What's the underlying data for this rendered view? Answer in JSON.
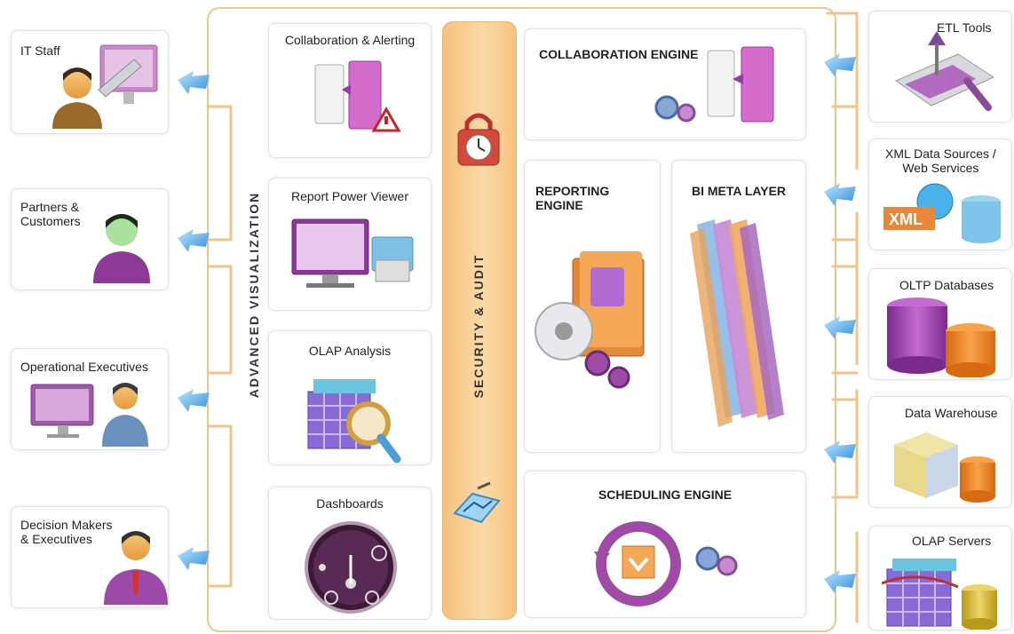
{
  "users": [
    {
      "label": "IT Staff"
    },
    {
      "label": "Partners &\nCustomers"
    },
    {
      "label": "Operational Executives"
    },
    {
      "label": "Decision Makers\n& Executives"
    }
  ],
  "visualization": {
    "title": "ADVANCED VISUALIZATION",
    "modules": [
      {
        "label": "Collaboration & Alerting"
      },
      {
        "label": "Report Power Viewer"
      },
      {
        "label": "OLAP Analysis"
      },
      {
        "label": "Dashboards"
      }
    ]
  },
  "security": {
    "title": "SECURITY & AUDIT"
  },
  "engines": {
    "collaboration": "COLLABORATION ENGINE",
    "reporting": "REPORTING ENGINE",
    "meta": "BI  META LAYER",
    "scheduling": "SCHEDULING ENGINE"
  },
  "sources": [
    {
      "label": "ETL Tools"
    },
    {
      "label": "XML Data Sources /\nWeb Services",
      "badge": "XML"
    },
    {
      "label": "OLTP Databases"
    },
    {
      "label": "Data Warehouse"
    },
    {
      "label": "OLAP Servers"
    }
  ],
  "colors": {
    "accent": "#f6c27c",
    "frame": "#f0c48a",
    "arrow": "#3a9be0",
    "purple": "#9a3aa6",
    "orange": "#f08a2a"
  }
}
